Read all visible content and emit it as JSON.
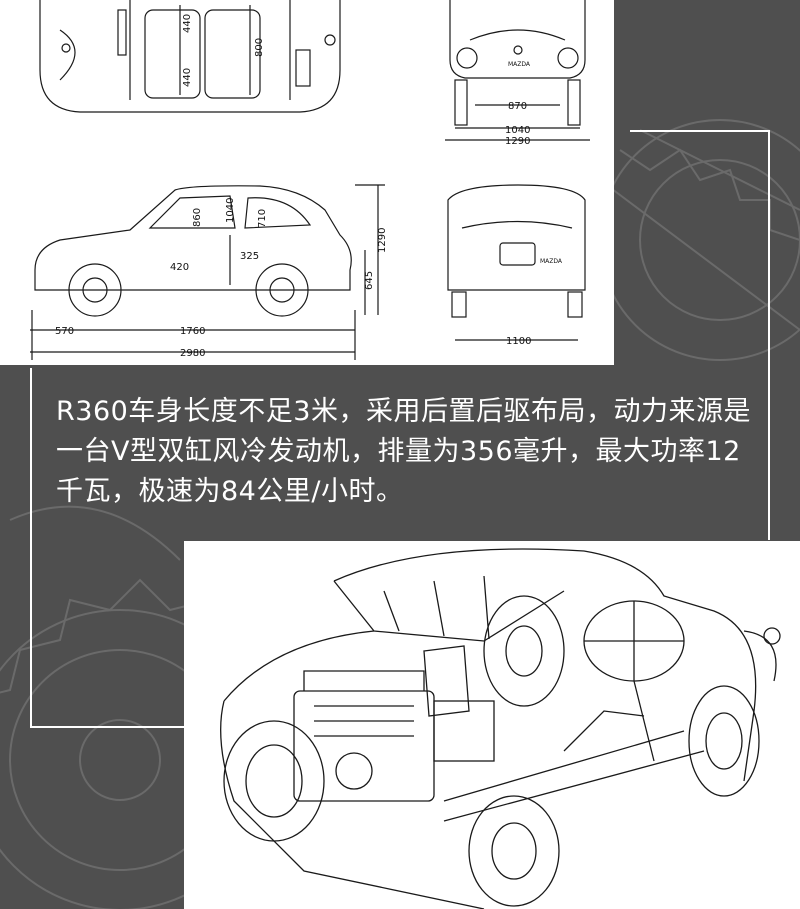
{
  "colors": {
    "background": "#4f4f4f",
    "panel": "#ffffff",
    "line": "#1a1a1a",
    "caption_text": "#ffffff"
  },
  "blueprint": {
    "brand_label": "MAZDA",
    "dimensions": {
      "top_width_1": "440",
      "top_width_2": "440",
      "top_length": "800",
      "front_track": "870",
      "front_width_1": "1040",
      "front_width_2": "1290",
      "side_height_1": "860",
      "side_height_2": "1040",
      "side_height_3": "710",
      "side_inner_1": "420",
      "side_inner_2": "325",
      "side_total_height": "1290",
      "side_wheel_height": "645",
      "front_overhang": "570",
      "wheelbase": "1760",
      "total_length": "2980",
      "rear_track": "1100"
    }
  },
  "caption": {
    "text": "R360车身长度不足3米，采用后置后驱布局，动力来源是一台V型双缸风冷发动机，排量为356毫升，最大功率12千瓦，极速为84公里/小时。"
  }
}
